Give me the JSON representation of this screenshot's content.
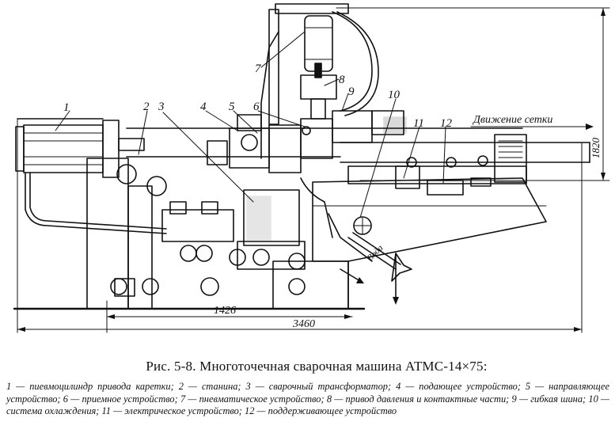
{
  "figure": {
    "callouts": [
      "1",
      "2",
      "3",
      "4",
      "5",
      "6",
      "7",
      "8",
      "9",
      "10",
      "11",
      "12"
    ],
    "direction_label": "Движение сетки",
    "dimensions": {
      "height": "1820",
      "inner_width": "1426",
      "total_width": "3460"
    },
    "nozzle_label": "Вода"
  },
  "caption": "Рис. 5-8. Многоточечная сварочная машина АТМС-14×75:",
  "legend": [
    {
      "n": "1",
      "text": "пиевмоцилиндр привода каретки;"
    },
    {
      "n": "2",
      "text": "станина;"
    },
    {
      "n": "3",
      "text": "сварочный трансформатор;"
    },
    {
      "n": "4",
      "text": "подающее устройство;"
    },
    {
      "n": "5",
      "text": "направляющее устройство;"
    },
    {
      "n": "6",
      "text": "приемное устройство;"
    },
    {
      "n": "7",
      "text": "пневматическое устройство;"
    },
    {
      "n": "8",
      "text": "привод давления и контактные части;"
    },
    {
      "n": "9",
      "text": "гибкая шина;"
    },
    {
      "n": "10",
      "text": "система охлаждения;"
    },
    {
      "n": "11",
      "text": "электрическое устройство;"
    },
    {
      "n": "12",
      "text": "поддерживающее устройство"
    }
  ]
}
